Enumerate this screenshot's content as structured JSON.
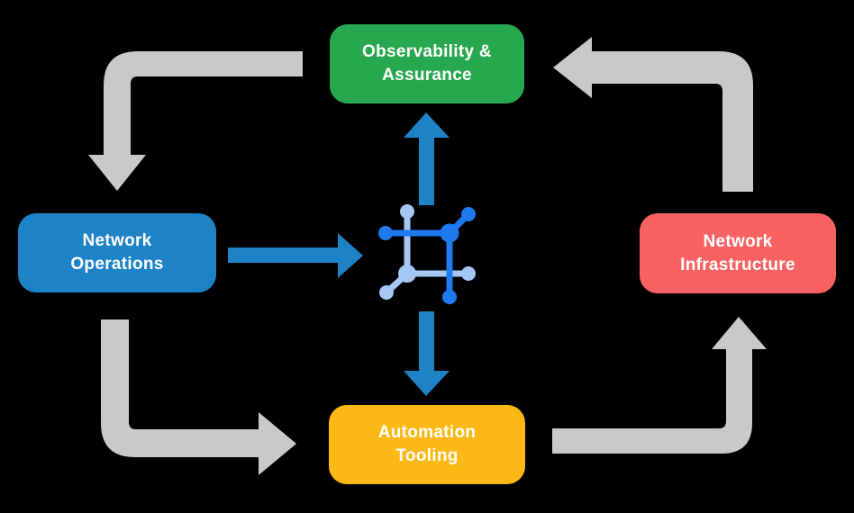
{
  "diagram": {
    "background": "#000000",
    "text_color": "#ffffff",
    "nodes": {
      "observability": {
        "lines": [
          "Observability &",
          "Assurance"
        ],
        "color": "#27a84e"
      },
      "operations": {
        "lines": [
          "Network",
          "Operations"
        ],
        "color": "#1e82c6"
      },
      "infrastructure": {
        "lines": [
          "Network",
          "Infrastructure"
        ],
        "color": "#f96262"
      },
      "automation": {
        "lines": [
          "Automation",
          "Tooling"
        ],
        "color": "#fcb814"
      }
    },
    "hub_icon": {
      "name": "network-automation-icon",
      "dark_blue": "#1f7af0",
      "light_blue": "#a5c7f4"
    },
    "arrows": {
      "cycle_color": "#c9c9c9",
      "flow_color": "#1e82c6"
    }
  }
}
